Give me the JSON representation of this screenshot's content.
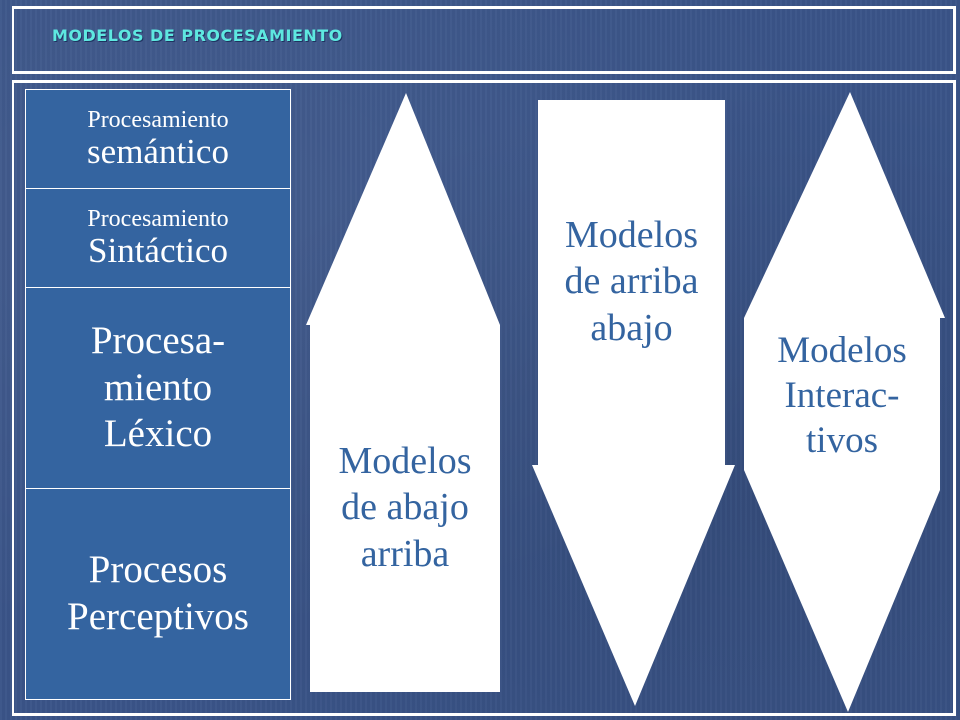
{
  "title": "MODELOS DE PROCESAMIENTO",
  "levels": [
    {
      "small": "Procesamiento",
      "big": "semántico"
    },
    {
      "small": "Procesamiento",
      "big": "Sintáctico"
    },
    {
      "text": "Procesa-\nmiento\nLéxico"
    },
    {
      "text": "Procesos\nPerceptivos"
    }
  ],
  "arrows": {
    "bottom_up": "Modelos\nde abajo\narriba",
    "top_down": "Modelos\nde arriba\nabajo",
    "interactive": "Modelos\nInterac-\ntivos"
  },
  "colors": {
    "background": "#3a5488",
    "box_fill": "#3464a0",
    "title": "#5ee8e0",
    "arrow_fill": "#ffffff",
    "arrow_text": "#3464a0"
  }
}
